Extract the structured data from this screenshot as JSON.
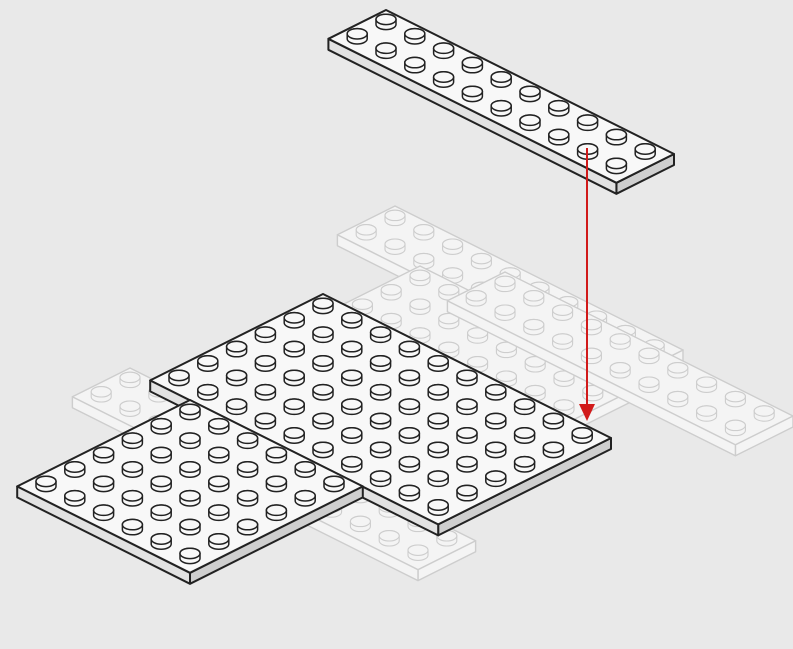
{
  "diagram": {
    "kind": "exploded-isometric-brick-assembly",
    "colors": {
      "background": "#e9e9e9",
      "outline": "#222222",
      "plate_top": "#f8f8f8",
      "plate_side": "#cfcfcf",
      "ghost_outline": "#cdcdcd",
      "ghost_fill": "#f4f4f4",
      "arrow": "#d11a1a"
    },
    "parts": [
      {
        "id": "plate-1x10-floating",
        "studs_wide": 2,
        "studs_long": 10,
        "style": "solid",
        "role": "part being placed"
      },
      {
        "id": "plate-6x10-large",
        "studs_wide": 6,
        "studs_long": 10,
        "style": "solid",
        "role": "base"
      },
      {
        "id": "plate-6x6-front",
        "studs_wide": 6,
        "studs_long": 6,
        "style": "solid",
        "role": "base"
      },
      {
        "id": "plate-2x12-ghost-left",
        "studs_wide": 2,
        "studs_long": 12,
        "style": "ghost",
        "role": "previous assembly"
      },
      {
        "id": "plate-2x10-ghost-upper",
        "studs_wide": 2,
        "studs_long": 10,
        "style": "ghost",
        "role": "previous assembly"
      },
      {
        "id": "plate-2x10-ghost-right",
        "studs_wide": 2,
        "studs_long": 10,
        "style": "ghost",
        "role": "previous assembly"
      },
      {
        "id": "plate-6x8-ghost-middle",
        "studs_wide": 6,
        "studs_long": 8,
        "style": "ghost",
        "role": "previous assembly"
      }
    ],
    "placement_arrow": {
      "from": "plate-1x10-floating",
      "direction": "down"
    }
  }
}
